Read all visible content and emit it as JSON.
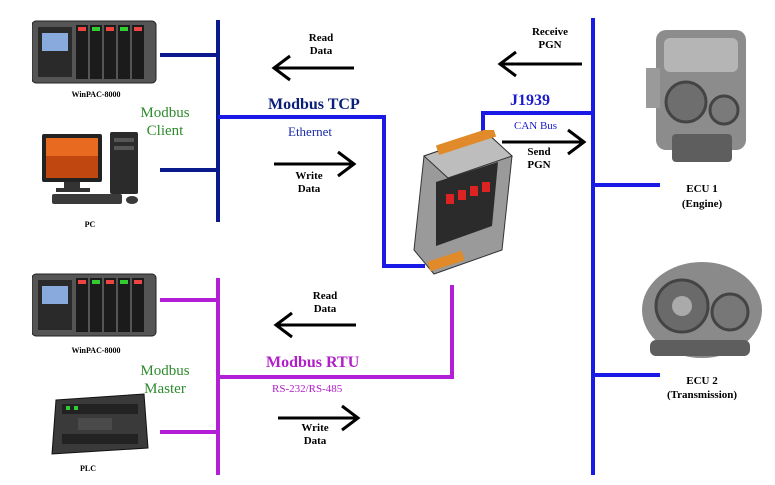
{
  "colors": {
    "tcp_line": "#0a1a8c",
    "ethernet_line": "#1a1ae6",
    "rtu_line": "#b31fd6",
    "can_line": "#1a1ae6",
    "client_text": "#2e8b2e"
  },
  "modbus_client": {
    "label": "Modbus\nClient",
    "devices": [
      {
        "name": "WinPAC-8000",
        "icon": "winpac-rack-icon"
      },
      {
        "name": "PC",
        "icon": "desktop-pc-icon"
      }
    ]
  },
  "modbus_master": {
    "label": "Modbus\nMaster",
    "devices": [
      {
        "name": "WinPAC-8000",
        "icon": "winpac-rack-icon"
      },
      {
        "name": "PLC",
        "icon": "plc-icon"
      }
    ]
  },
  "tcp": {
    "title": "Modbus TCP",
    "medium": "Ethernet",
    "read": "Read\nData",
    "write": "Write\nData"
  },
  "rtu": {
    "title": "Modbus RTU",
    "medium": "RS-232/RS-485",
    "read": "Read\nData",
    "write": "Write\nData"
  },
  "can": {
    "title": "J1939",
    "medium": "CAN Bus",
    "receive": "Receive\nPGN",
    "send": "Send\nPGN"
  },
  "ecus": [
    {
      "name": "ECU 1",
      "desc": "(Engine)",
      "icon": "engine-icon"
    },
    {
      "name": "ECU 2",
      "desc": "(Transmission)",
      "icon": "transmission-icon"
    }
  ],
  "gateway": {
    "icon": "gateway-module-icon"
  }
}
